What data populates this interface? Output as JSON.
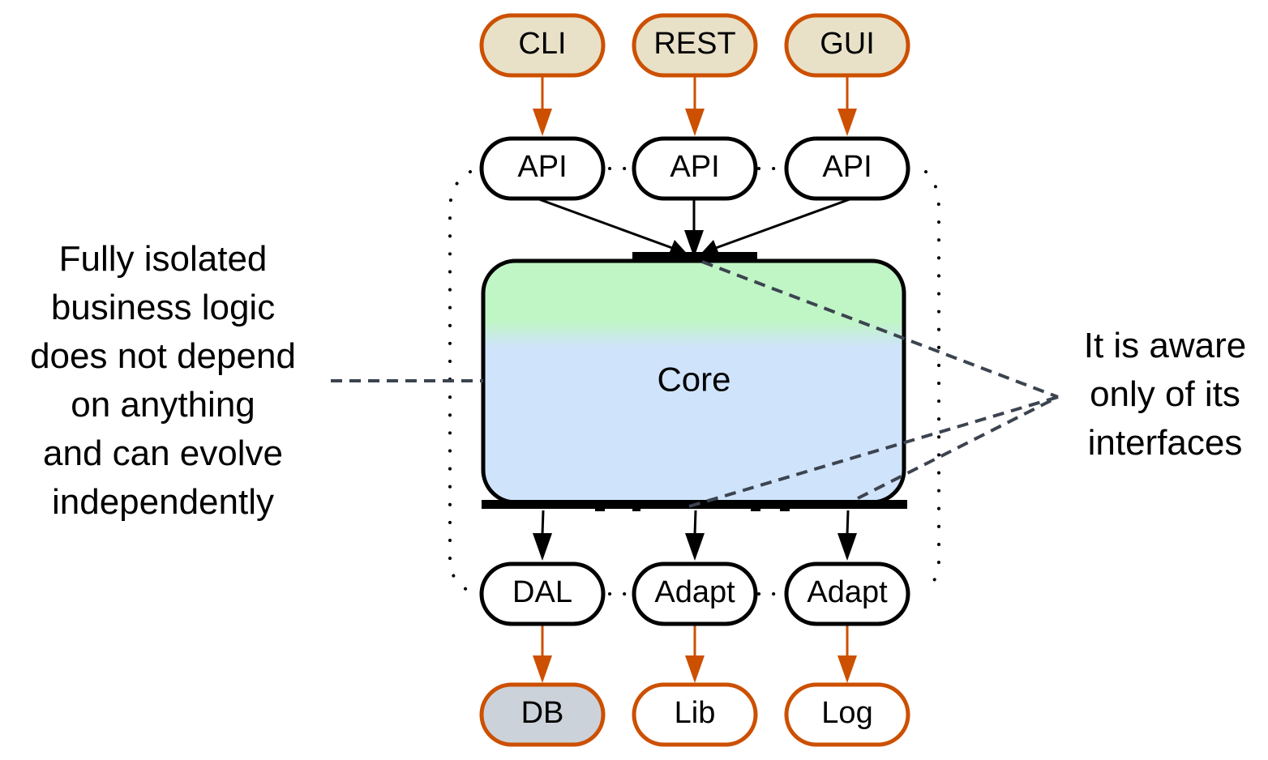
{
  "colors": {
    "orange": "#cc5000",
    "client_fill": "#e8e1c8",
    "db_fill": "#ccd2da",
    "white": "#ffffff",
    "black": "#000000",
    "dash": "#3c4450",
    "core_top": "#c0f5c6",
    "core_bottom": "#cfe3fb"
  },
  "clients": [
    {
      "id": "cli",
      "label": "CLI"
    },
    {
      "id": "rest",
      "label": "REST"
    },
    {
      "id": "gui",
      "label": "GUI"
    }
  ],
  "ports_in": [
    {
      "id": "api1",
      "label": "API"
    },
    {
      "id": "api2",
      "label": "API"
    },
    {
      "id": "api3",
      "label": "API"
    }
  ],
  "core": {
    "label": "Core"
  },
  "ports_out": [
    {
      "id": "dal",
      "label": "DAL"
    },
    {
      "id": "adapt1",
      "label": "Adapt"
    },
    {
      "id": "adapt2",
      "label": "Adapt"
    }
  ],
  "externals": [
    {
      "id": "db",
      "label": "DB"
    },
    {
      "id": "lib",
      "label": "Lib"
    },
    {
      "id": "log",
      "label": "Log"
    }
  ],
  "notes": {
    "left": [
      "Fully isolated",
      "business logic",
      "does not depend",
      "on anything",
      "and can evolve",
      "independently"
    ],
    "right": [
      "It is aware",
      "only of its",
      "interfaces"
    ]
  }
}
